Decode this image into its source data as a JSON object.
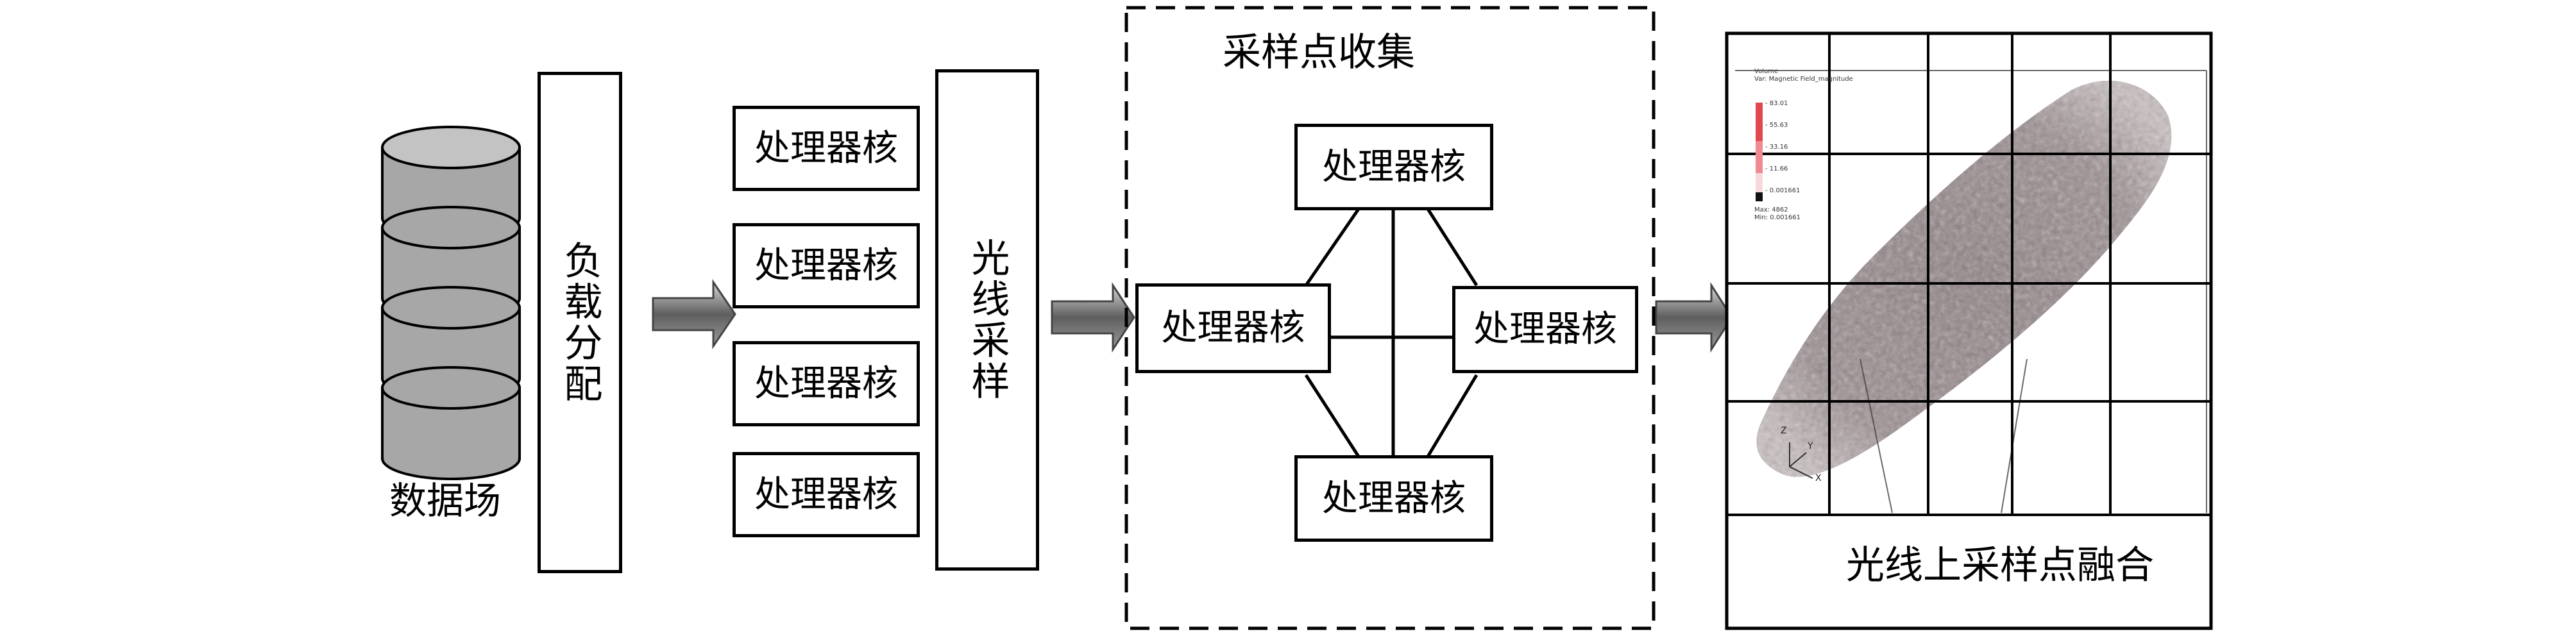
{
  "diagram": {
    "data_field_label": "数据场",
    "load_balance_label": "负载分配",
    "core_label": "处理器核",
    "ray_sampling_label": "光线采样",
    "sample_collect_title": "采样点收集",
    "fusion_label": "光线上采样点融合"
  },
  "render_legend": {
    "title": "Volume",
    "variable": "Var: Magnetic Field_magnitude",
    "ticks": [
      "- 83.01",
      "- 55.63",
      "- 33.16",
      "- 11.66",
      "- 0.001661"
    ],
    "max": "Max: 4862",
    "min": "Min: 0.001661"
  },
  "axes": {
    "x": "X",
    "y": "Y",
    "z": "Z"
  },
  "colors": {
    "line": "#000000",
    "arrow": "#6b6b6b",
    "cylinder": "#a7a7a7",
    "volume": "#8a7a7c"
  }
}
